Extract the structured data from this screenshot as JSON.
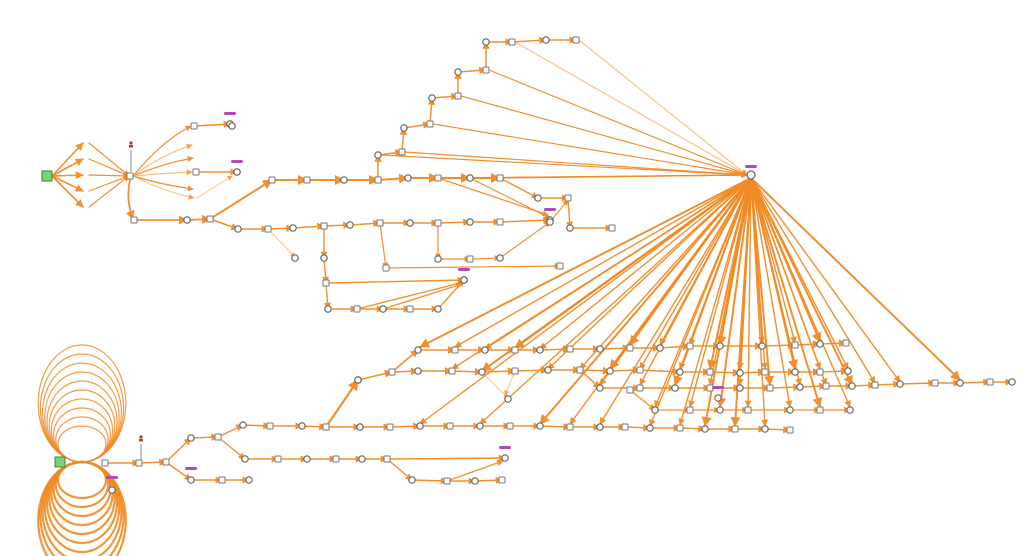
{
  "diagram": {
    "kind": "process-flow-graph",
    "colors": {
      "edge": "#f28a24",
      "edge_light": "#f6b46e",
      "start_node": "#7fd07a",
      "badge": "#b448b4",
      "actor": "#b83a2a",
      "node_outline": "#777777"
    },
    "node_types": [
      "start-square",
      "activity-document",
      "event-circle",
      "badge",
      "actor"
    ],
    "graphs": [
      {
        "name": "upper-graph",
        "start_node": "start-square",
        "fan_out_hub": "event-circle-with-badge"
      },
      {
        "name": "lower-graph",
        "start_node": "start-square",
        "self_loops": "concentric-loops"
      }
    ]
  }
}
